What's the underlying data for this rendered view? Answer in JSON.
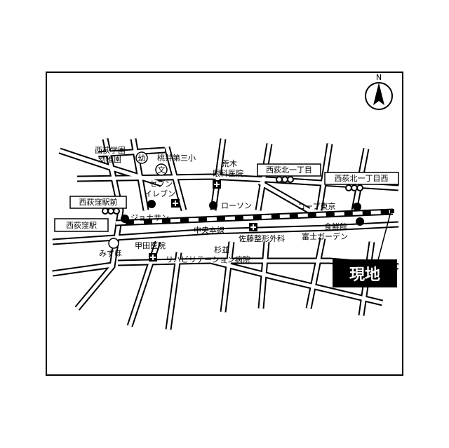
{
  "map": {
    "north_label": "N",
    "current_location_label": "現地",
    "stations": [
      {
        "id": "nishiogikubo-station",
        "label": "西荻窪駅"
      }
    ],
    "bus_stops": [
      {
        "id": "bus-nishiogikubo-ekimae",
        "label": "西荻窪駅前"
      },
      {
        "id": "bus-nishiogikita-1",
        "label": "西荻北一丁目"
      },
      {
        "id": "bus-nishiogikita-1-west",
        "label": "西荻北一丁目西"
      }
    ],
    "railway": {
      "label": "中央本線"
    },
    "landmarks": [
      {
        "id": "nishiogi-gakuen",
        "label1": "西荻学園",
        "label2": "幼稚園",
        "symbol": "幼"
      },
      {
        "id": "momoi-3-elem",
        "label1": "桃井第三小",
        "symbol": "文"
      },
      {
        "id": "araki-clinic",
        "label1": "荒木",
        "label2": "眼科医院"
      },
      {
        "id": "seven-eleven",
        "label1": "セブン",
        "label2": "イレブン"
      },
      {
        "id": "lawson",
        "label1": "ローソン"
      },
      {
        "id": "coop-tokyo",
        "label1": "コープ東京"
      },
      {
        "id": "jonathan",
        "label1": "ジョナサン"
      },
      {
        "id": "shokusenkan",
        "label1": "食鮮館"
      },
      {
        "id": "fuji-garden",
        "label1": "富士ガーデン"
      },
      {
        "id": "sato-clinic",
        "label1": "佐藤整形外科"
      },
      {
        "id": "koda-hospital",
        "label1": "甲田医院"
      },
      {
        "id": "mizuho",
        "label1": "みずほ"
      },
      {
        "id": "suginami-rehab",
        "label1": "杉並",
        "label2": "リハビリテーション病院"
      }
    ]
  },
  "colors": {
    "ink": "#000000",
    "paper": "#ffffff"
  }
}
